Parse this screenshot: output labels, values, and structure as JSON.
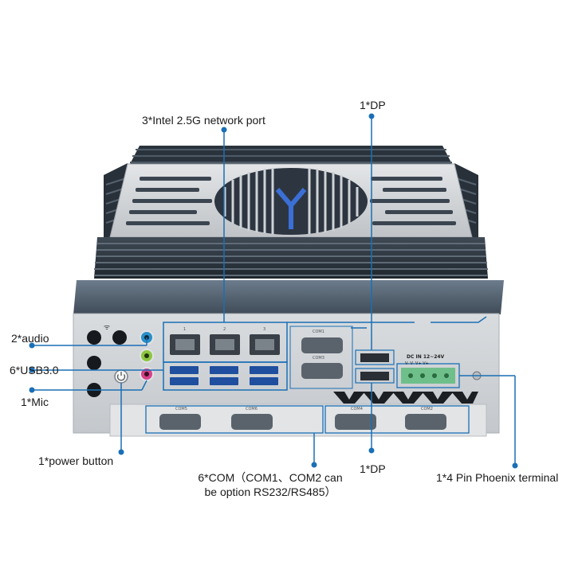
{
  "accent_color": "#1a6fb5",
  "labels": {
    "network": "3*Intel 2.5G network port",
    "dp_top": "1*DP",
    "audio": "2*audio",
    "usb": "6*USB3.0",
    "mic": "1*Mic",
    "power": "1*power button",
    "com_line1": "6*COM（COM1、COM2 can",
    "com_line2": "be option RS232/RS485）",
    "dp_bottom": "1*DP",
    "phoenix": "1*4 Pin Phoenix terminal"
  },
  "panel_text": {
    "com1": "COM1",
    "com3": "COM3",
    "com4": "COM4",
    "com5": "COM5",
    "com6": "COM6",
    "com2": "COM2",
    "dc_in": "DC IN 12~24V",
    "dc_pins": "V- V- V+ V+",
    "lan1": "1",
    "lan2": "2",
    "lan3": "3"
  }
}
